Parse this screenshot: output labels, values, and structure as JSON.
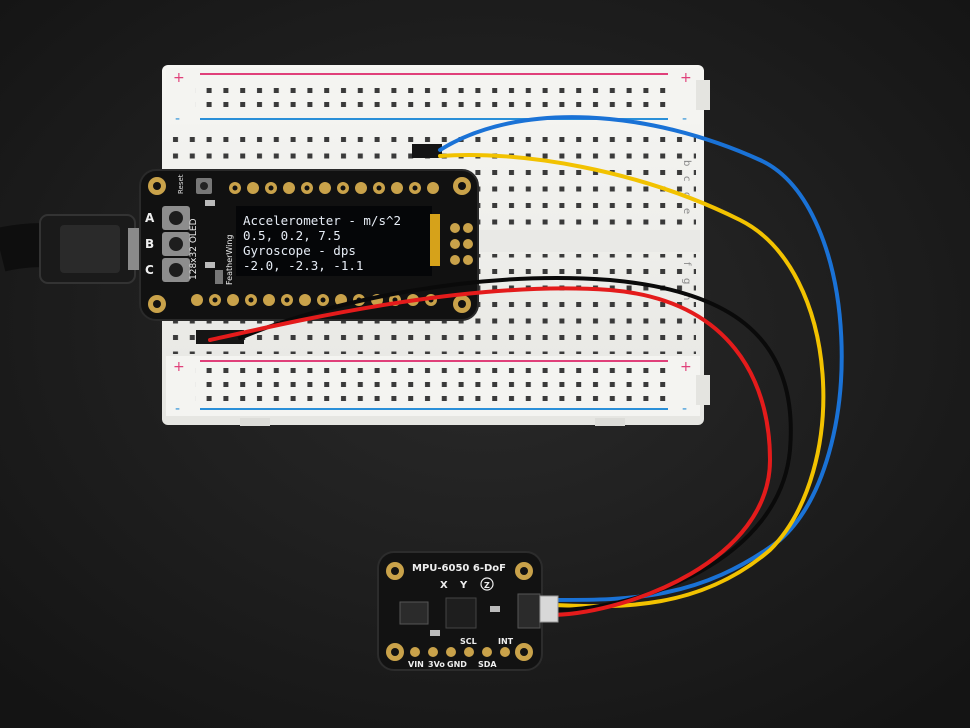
{
  "oled": {
    "line1": "Accelerometer - m/s^2",
    "line2": "0.5, 0.2, 7.5",
    "line3": "Gyroscope - dps",
    "line4": "-2.0, -2.3, -1.1"
  },
  "featherwing": {
    "reset_label": "Reset",
    "button_a": "A",
    "button_b": "B",
    "button_c": "C",
    "size_label": "128x32 OLED",
    "brand_label": "FeatherWing"
  },
  "sensor": {
    "title": "MPU-6050 6-DoF",
    "axis_x": "X",
    "axis_y": "Y",
    "axis_z": "Z",
    "pin_vin": "VIN",
    "pin_3vo": "3Vo",
    "pin_gnd": "GND",
    "pin_scl": "SCL",
    "pin_sda": "SDA",
    "pin_int": "INT"
  },
  "breadboard": {
    "plus": "+",
    "minus": "-",
    "rows_top": [
      "a",
      "b",
      "c",
      "d",
      "e"
    ],
    "rows_bottom": [
      "f",
      "g",
      "h",
      "i",
      "j"
    ]
  },
  "colors": {
    "background": "#1c1c1c",
    "breadboard": "#f1f1ee",
    "pcb": "#111111",
    "oled_text": "#e6ecf5",
    "wire_blue": "#1a72d6",
    "wire_yellow": "#f2c200",
    "wire_red": "#e41b1b",
    "wire_black": "#0a0a0a",
    "rail_red": "#e0407a",
    "rail_blue": "#2a8fd8"
  }
}
